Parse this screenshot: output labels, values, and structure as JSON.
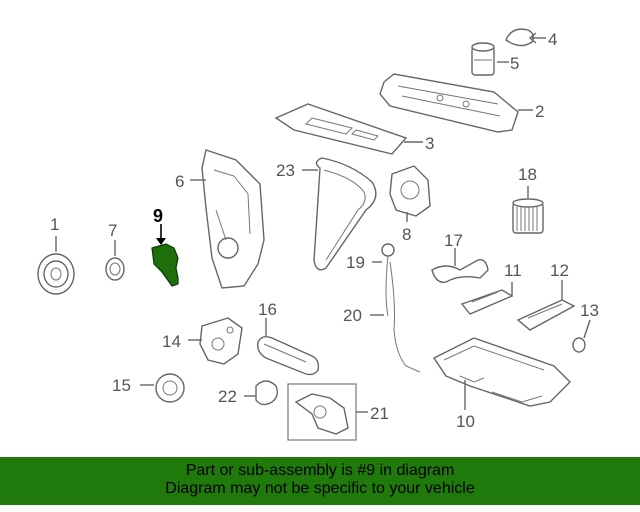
{
  "callouts": {
    "c1": "1",
    "c2": "2",
    "c3": "3",
    "c4": "4",
    "c5": "5",
    "c6": "6",
    "c7": "7",
    "c8": "8",
    "c9": "9",
    "c10": "10",
    "c11": "11",
    "c12": "12",
    "c13": "13",
    "c14": "14",
    "c15": "15",
    "c16": "16",
    "c17": "17",
    "c18": "18",
    "c19": "19",
    "c20": "20",
    "c21": "21",
    "c22": "22",
    "c23": "23"
  },
  "highlighted_part": "9",
  "colors": {
    "highlight": "#1e6e0c",
    "banner": "#207a0b",
    "line": "#666666"
  },
  "banner": {
    "line1": "Part or sub-assembly is #9 in diagram",
    "line2": "Diagram may not be specific to your vehicle"
  }
}
